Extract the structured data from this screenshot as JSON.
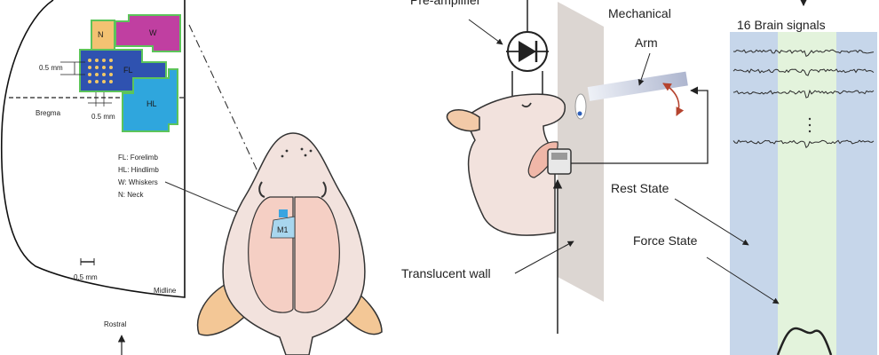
{
  "left_panel": {
    "regions": {
      "neck": "N",
      "whiskers": "W",
      "forelimb": "FL",
      "hindlimb": "HL"
    },
    "dim_vertical": "0.5 mm",
    "dim_horizontal": "0.5 mm",
    "bregma": "Bregma",
    "legend": [
      "FL: Forelimb",
      "HL: Hindlimb",
      "W: Whiskers",
      "N: Neck"
    ],
    "scale_bar": "0.5 mm",
    "midline": "Midline",
    "rostral": "Rostral"
  },
  "middle_panel": {
    "m1_label": "M1"
  },
  "right_panel": {
    "pre_amplifier": "Pre-amplifier",
    "mechanical": "Mechanical",
    "arm": "Arm",
    "translucent_wall": "Translucent wall",
    "brain_signals_title": "16 Brain signals",
    "rest_state": "Rest State",
    "force_state": "Force State"
  },
  "colors": {
    "neck": "#f3c272",
    "whiskers": "#c03fa1",
    "forelimb": "#2f52b0",
    "hindlimb": "#2fa6dd",
    "region_border": "#5cc45a",
    "rest_band": "#c6d6ea",
    "force_band": "#e3f3dc",
    "skin": "#f2e2dd",
    "ear": "#f3c796",
    "wall": "#d8d1cd"
  }
}
